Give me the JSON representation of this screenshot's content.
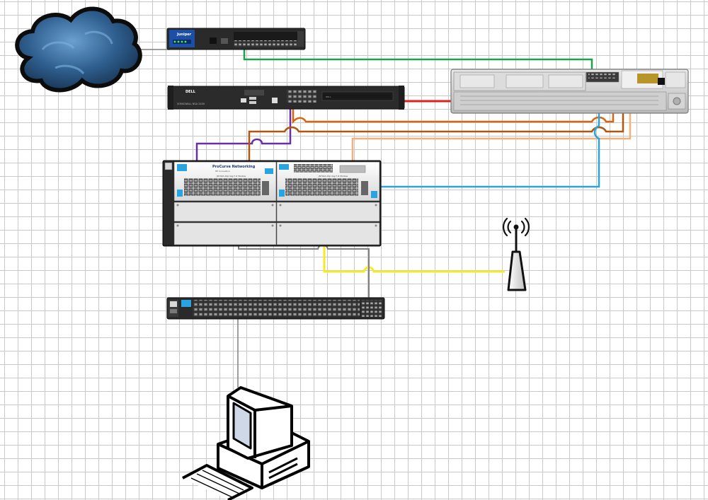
{
  "diagram": {
    "devices": [
      {
        "id": "internet-cloud",
        "kind": "cloud"
      },
      {
        "id": "juniper-firewall",
        "kind": "firewall",
        "brand": "Juniper"
      },
      {
        "id": "dell-sonicwall",
        "kind": "firewall",
        "brand": "DELL",
        "model_text": "SONICWALL NSA 2400"
      },
      {
        "id": "router-chassis",
        "kind": "router"
      },
      {
        "id": "procurve-chassis",
        "kind": "switch-chassis",
        "brand": "ProCurve Networking",
        "sub": "HP Innovation",
        "module_text": "J8702A 24p Gig-T zl Module"
      },
      {
        "id": "access-switch",
        "kind": "switch"
      },
      {
        "id": "wireless-ap",
        "kind": "access-point"
      },
      {
        "id": "workstation",
        "kind": "computer"
      }
    ],
    "links": [
      {
        "id": "link-cloud-juniper",
        "color": "#808080"
      },
      {
        "id": "link-juniper-router",
        "color": "#1aa34a"
      },
      {
        "id": "link-sonicwall-router",
        "color": "#e0201c"
      },
      {
        "id": "link-purple",
        "color": "#6b2fa3"
      },
      {
        "id": "link-orange-1",
        "color": "#d9660f"
      },
      {
        "id": "link-orange-2",
        "color": "#b0560d"
      },
      {
        "id": "link-peach",
        "color": "#f5b07a"
      },
      {
        "id": "link-blue",
        "color": "#2aa4e0"
      },
      {
        "id": "link-yellow",
        "color": "#f5ea2a"
      },
      {
        "id": "link-gray-switch",
        "color": "#808080"
      },
      {
        "id": "link-gray-pc",
        "color": "#808080"
      }
    ]
  }
}
